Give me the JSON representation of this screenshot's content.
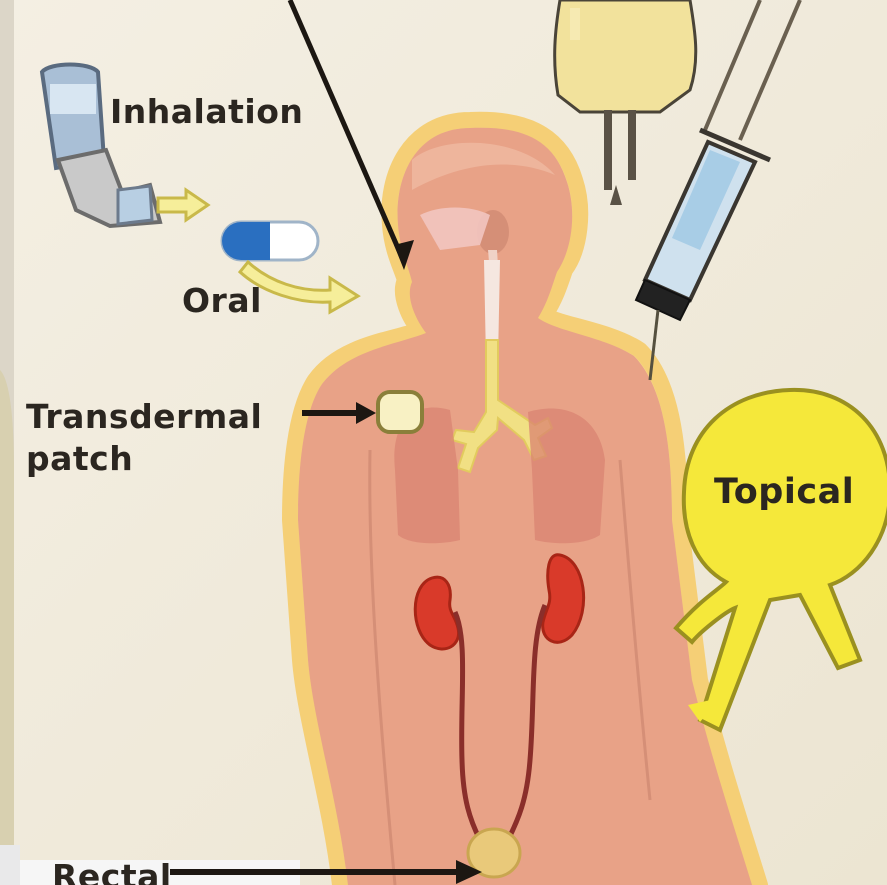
{
  "diagram": {
    "routes": {
      "inhalation": "Inhalation",
      "oral": "Oral",
      "transdermal_line1": "Transdermal",
      "transdermal_line2": "patch",
      "topical": "Topical",
      "rectal": "Rectal"
    },
    "colors": {
      "background": "#f3eee1",
      "body": "#e8a287",
      "body_glow": "#f7d889",
      "lungs": "#d98372",
      "kidney": "#d93a2a",
      "airway": "#f1e084",
      "topical_bubble": "#f5e83a",
      "arrow": "#1c1712"
    }
  }
}
